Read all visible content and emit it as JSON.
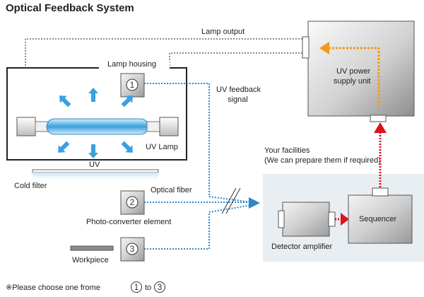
{
  "title": "Optical Feedback System",
  "labels": {
    "lamp_output": "Lamp output",
    "lamp_housing": "Lamp housing",
    "uv_feedback_line1": "UV feedback",
    "uv_feedback_line2": "signal",
    "uv_lamp": "UV Lamp",
    "uv": "UV",
    "cold_filter": "Cold filter",
    "power_supply_line1": "UV power",
    "power_supply_line2": "supply unit",
    "facilities_line1": "Your facilities",
    "facilities_line2": "(We can prepare them if required)",
    "optical_fiber": "Optical fiber",
    "photo_converter": "Photo-converter element",
    "workpiece": "Workpiece",
    "sequencer": "Sequencer",
    "detector_amplifier": "Detector amplifier"
  },
  "sensor_options": [
    "①",
    "②",
    "③"
  ],
  "note": {
    "prefix": "※Please choose one frome",
    "first": "①",
    "middle": "to",
    "last": "③"
  },
  "colors": {
    "uv_blue": "#3aa0e0",
    "feedback_dotted": "#2f86c8",
    "cable_gray": "#8a8a8a",
    "power_arrow": "#f29a1c",
    "signal_red": "#e0101c",
    "facilities_panel": "#e8eef2"
  }
}
